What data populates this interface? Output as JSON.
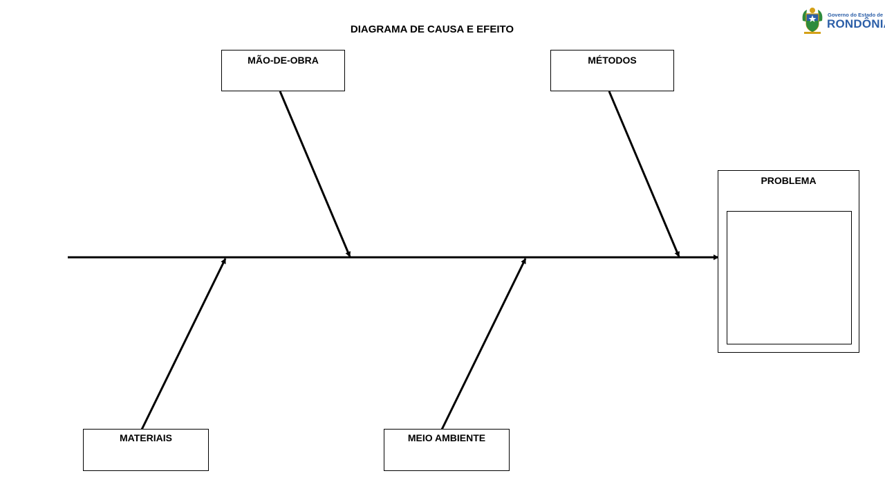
{
  "title": "DIAGRAMA DE CAUSA E EFEITO",
  "categories": {
    "top_left": "MÃO-DE-OBRA",
    "top_right": "MÉTODOS",
    "bottom_left": "MATERIAIS",
    "bottom_right": "MEIO AMBIENTE"
  },
  "problem_label": "PROBLEMA",
  "logo": {
    "line1": "Governo do Estado de",
    "line2": "RONDÔNIA"
  },
  "colors": {
    "logo_blue": "#2c5fa8",
    "logo_green": "#2e8b3c",
    "logo_gold": "#d4a017"
  }
}
